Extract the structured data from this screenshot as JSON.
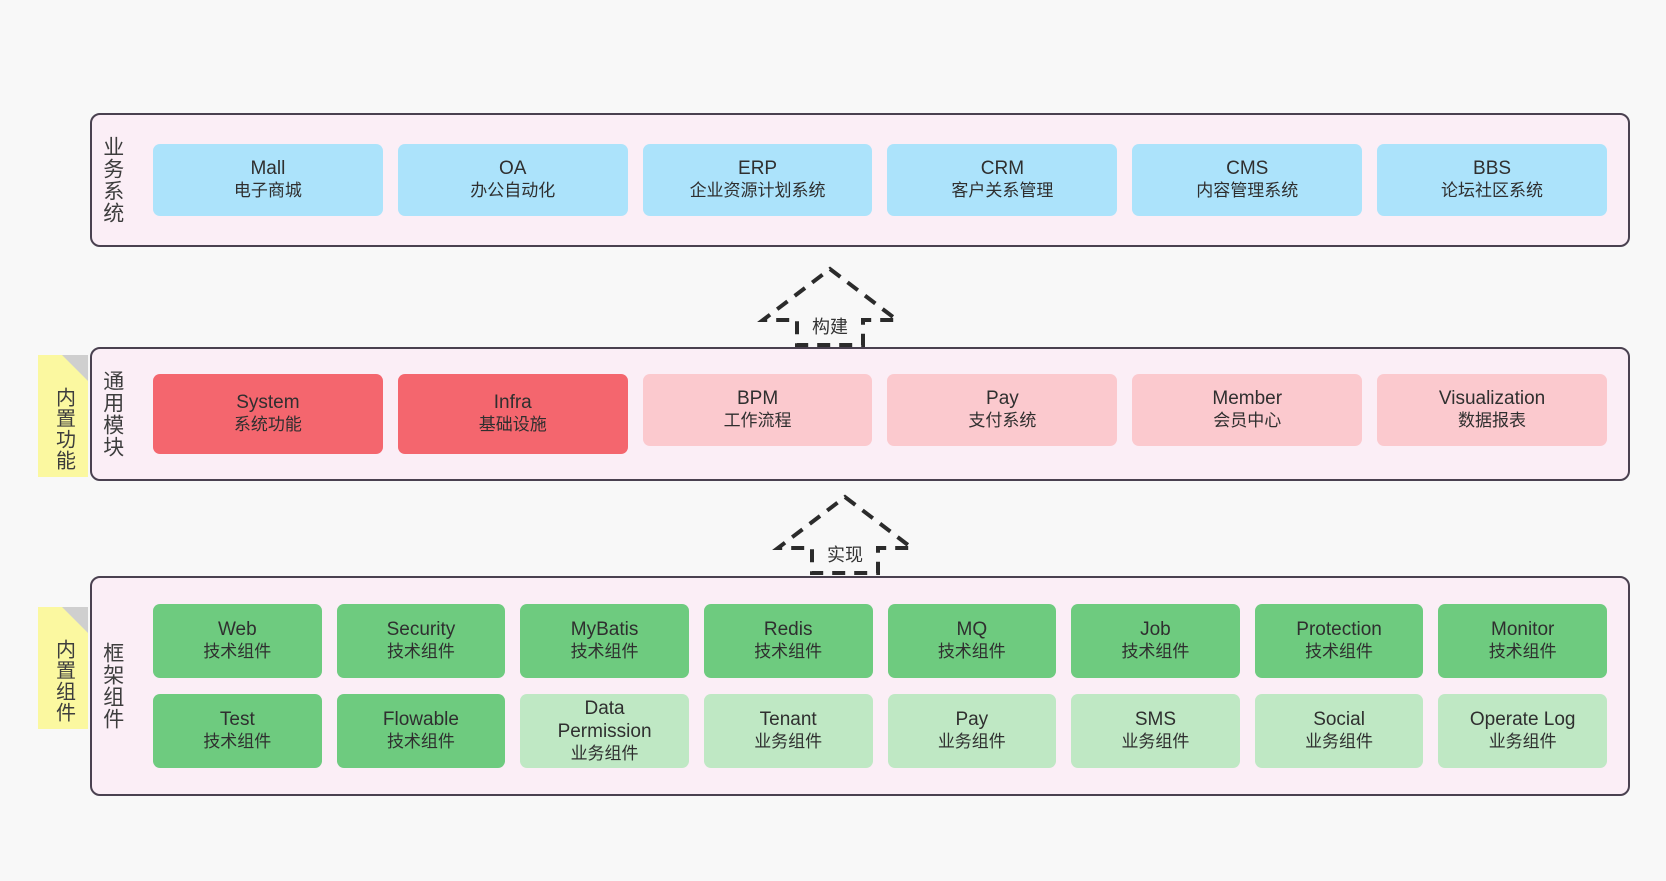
{
  "diagram": {
    "background": "#f8f8f8",
    "band_fill": "#fbeef6",
    "band_border": "#4a4150",
    "sticky_fill": "#fbf8a0",
    "colors": {
      "business": "#ace3fb",
      "module_strong": "#f4666e",
      "module_soft": "#fbc9ce",
      "component_strong": "#6ecb7f",
      "component_soft": "#bfe8c4"
    }
  },
  "bands": [
    {
      "label": "业务系统",
      "name": "business-systems",
      "rows": [
        [
          {
            "title": "Mall",
            "subtitle": "电子商城",
            "tone": "business"
          },
          {
            "title": "OA",
            "subtitle": "办公自动化",
            "tone": "business"
          },
          {
            "title": "ERP",
            "subtitle": "企业资源计划系统",
            "tone": "business"
          },
          {
            "title": "CRM",
            "subtitle": "客户关系管理",
            "tone": "business"
          },
          {
            "title": "CMS",
            "subtitle": "内容管理系统",
            "tone": "business"
          },
          {
            "title": "BBS",
            "subtitle": "论坛社区系统",
            "tone": "business"
          }
        ]
      ]
    },
    {
      "label": "通用模块",
      "name": "common-modules",
      "sticky": "内置功能",
      "rows": [
        [
          {
            "title": "System",
            "subtitle": "系统功能",
            "tone": "module_strong"
          },
          {
            "title": "Infra",
            "subtitle": "基础设施",
            "tone": "module_strong"
          },
          {
            "title": "BPM",
            "subtitle": "工作流程",
            "tone": "module_soft"
          },
          {
            "title": "Pay",
            "subtitle": "支付系统",
            "tone": "module_soft"
          },
          {
            "title": "Member",
            "subtitle": "会员中心",
            "tone": "module_soft"
          },
          {
            "title": "Visualization",
            "subtitle": "数据报表",
            "tone": "module_soft"
          }
        ]
      ]
    },
    {
      "label": "框架组件",
      "name": "framework-components",
      "sticky": "内置组件",
      "rows": [
        [
          {
            "title": "Web",
            "subtitle": "技术组件",
            "tone": "component_strong"
          },
          {
            "title": "Security",
            "subtitle": "技术组件",
            "tone": "component_strong"
          },
          {
            "title": "MyBatis",
            "subtitle": "技术组件",
            "tone": "component_strong"
          },
          {
            "title": "Redis",
            "subtitle": "技术组件",
            "tone": "component_strong"
          },
          {
            "title": "MQ",
            "subtitle": "技术组件",
            "tone": "component_strong"
          },
          {
            "title": "Job",
            "subtitle": "技术组件",
            "tone": "component_strong"
          },
          {
            "title": "Protection",
            "subtitle": "技术组件",
            "tone": "component_strong"
          },
          {
            "title": "Monitor",
            "subtitle": "技术组件",
            "tone": "component_strong"
          }
        ],
        [
          {
            "title": "Test",
            "subtitle": "技术组件",
            "tone": "component_strong"
          },
          {
            "title": "Flowable",
            "subtitle": "技术组件",
            "tone": "component_strong"
          },
          {
            "title": "Data",
            "title2": "Permission",
            "subtitle": "业务组件",
            "tone": "component_soft"
          },
          {
            "title": "Tenant",
            "subtitle": "业务组件",
            "tone": "component_soft"
          },
          {
            "title": "Pay",
            "subtitle": "业务组件",
            "tone": "component_soft"
          },
          {
            "title": "SMS",
            "subtitle": "业务组件",
            "tone": "component_soft"
          },
          {
            "title": "Social",
            "subtitle": "业务组件",
            "tone": "component_soft"
          },
          {
            "title": "Operate Log",
            "subtitle": "业务组件",
            "tone": "component_soft"
          }
        ]
      ]
    }
  ],
  "arrows": [
    {
      "name": "build-arrow",
      "label": "构建"
    },
    {
      "name": "implement-arrow",
      "label": "实现"
    }
  ]
}
